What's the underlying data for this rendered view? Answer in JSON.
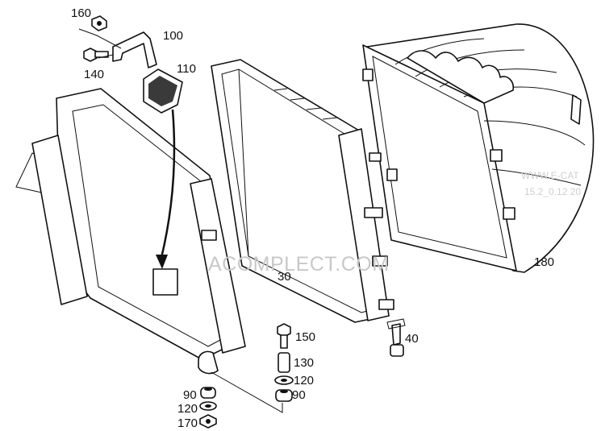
{
  "watermark": {
    "brand": "ACOMPLECT.COM",
    "corner_line1": "WWW.E-CAT",
    "corner_line2": "15.2_0.12 20"
  },
  "callouts": {
    "c160": "160",
    "c100": "100",
    "c140": "140",
    "c110": "110",
    "c30": "30",
    "c180": "180",
    "c40": "40",
    "c150": "150",
    "c130": "130",
    "c120_right": "120",
    "c90_right": "90",
    "c90_left": "90",
    "c120_left": "120",
    "c170": "170"
  },
  "colors": {
    "line": "#111111",
    "watermark": "#c8c8c8",
    "gear": "#d4d4d4"
  }
}
